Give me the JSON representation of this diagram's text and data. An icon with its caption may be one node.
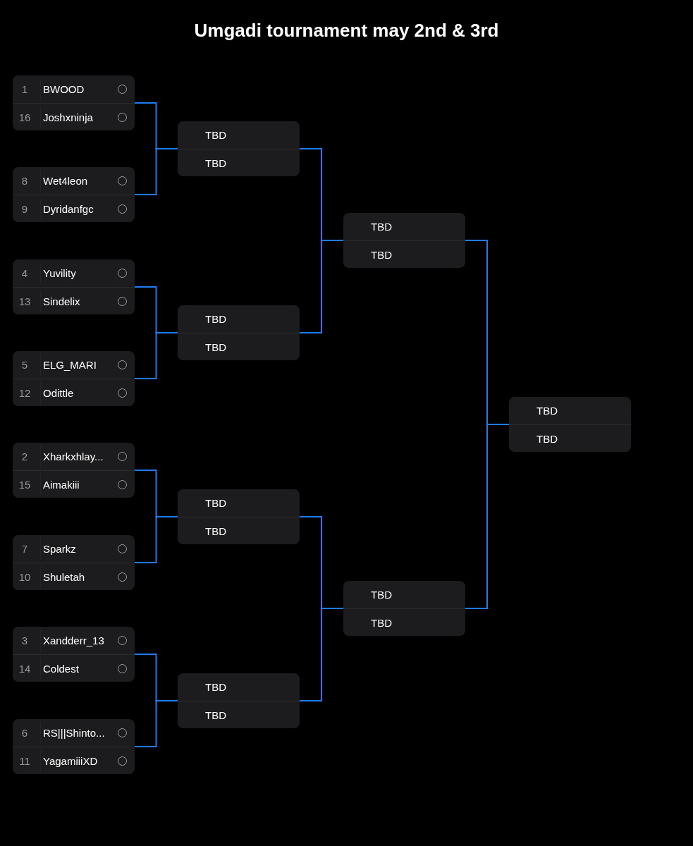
{
  "diagram": {
    "title": "Umgadi tournament may 2nd & 3rd",
    "nodes": [
      {
        "text": [
          "1",
          "BWOOD",
          "16",
          "Joshxninja"
        ]
      },
      {
        "text": [
          "8",
          "Wet4leon",
          "9",
          "Dyridanfgc"
        ]
      },
      {
        "text": [
          "4",
          "Yuvility",
          "13",
          "Sindelix"
        ]
      },
      {
        "text": [
          "5",
          "ELG_MARI",
          "12",
          "Odittle"
        ]
      },
      {
        "text": [
          "2",
          "Xharkxhlay...",
          "15",
          "Aimakiii"
        ]
      },
      {
        "text": [
          "7",
          "Sparkz",
          "10",
          "Shuletah"
        ]
      },
      {
        "text": [
          "3",
          "Xandderr_13",
          "14",
          "Coldest"
        ]
      },
      {
        "text": [
          "6",
          "RS|||Shinto...",
          "11",
          "YagamiiiXD"
        ]
      },
      {
        "text": [
          "TBD",
          "TBD"
        ]
      },
      {
        "text": [
          "TBD",
          "TBD"
        ]
      },
      {
        "text": [
          "TBD",
          "TBD"
        ]
      },
      {
        "text": [
          "TBD",
          "TBD"
        ]
      },
      {
        "text": [
          "TBD",
          "TBD"
        ]
      },
      {
        "text": [
          "TBD",
          "TBD"
        ]
      },
      {
        "text": [
          "TBD",
          "TBD"
        ]
      }
    ],
    "edges": [
      {
        "from": 0,
        "to": 8,
        "arrow": "none"
      },
      {
        "from": 1,
        "to": 8,
        "arrow": "none"
      },
      {
        "from": 2,
        "to": 9,
        "arrow": "none"
      },
      {
        "from": 3,
        "to": 9,
        "arrow": "none"
      },
      {
        "from": 4,
        "to": 10,
        "arrow": "none"
      },
      {
        "from": 5,
        "to": 10,
        "arrow": "none"
      },
      {
        "from": 6,
        "to": 11,
        "arrow": "none"
      },
      {
        "from": 7,
        "to": 11,
        "arrow": "none"
      },
      {
        "from": 8,
        "to": 12,
        "arrow": "none"
      },
      {
        "from": 9,
        "to": 12,
        "arrow": "none"
      },
      {
        "from": 10,
        "to": 13,
        "arrow": "none"
      },
      {
        "from": 11,
        "to": 13,
        "arrow": "none"
      },
      {
        "from": 12,
        "to": 14,
        "arrow": "none"
      },
      {
        "from": 13,
        "to": 14,
        "arrow": "none"
      }
    ]
  }
}
